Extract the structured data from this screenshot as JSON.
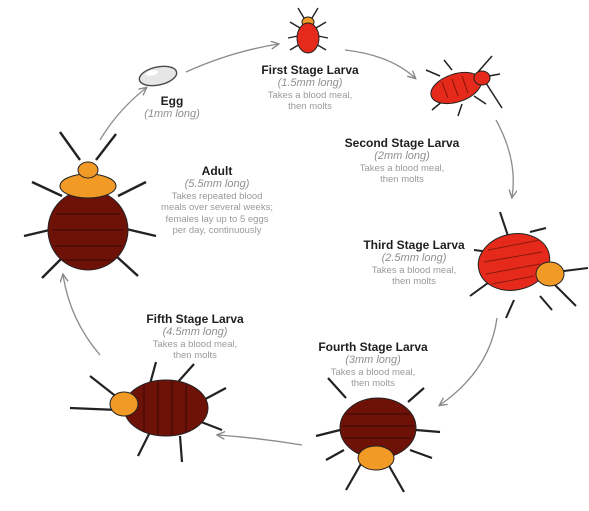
{
  "colors": {
    "egg": "#e6e6e6",
    "red_body": "#e52a1b",
    "dark_body": "#6e1208",
    "orange": "#f29a26",
    "arrow": "#8a8a8a"
  },
  "stages": [
    {
      "id": "egg",
      "title": "Egg",
      "size": "(1mm long)",
      "desc": []
    },
    {
      "id": "first",
      "title": "First Stage Larva",
      "size": "(1.5mm long)",
      "desc": [
        "Takes a blood meal,",
        "then molts"
      ]
    },
    {
      "id": "second",
      "title": "Second Stage Larva",
      "size": "(2mm long)",
      "desc": [
        "Takes a blood meal,",
        "then molts"
      ]
    },
    {
      "id": "third",
      "title": "Third Stage Larva",
      "size": "(2.5mm long)",
      "desc": [
        "Takes a blood meal,",
        "then molts"
      ]
    },
    {
      "id": "fourth",
      "title": "Fourth Stage Larva",
      "size": "(3mm long)",
      "desc": [
        "Takes a blood meal,",
        "then molts"
      ]
    },
    {
      "id": "fifth",
      "title": "Fifth Stage Larva",
      "size": "(4.5mm long)",
      "desc": [
        "Takes a blood meal,",
        "then molts"
      ]
    },
    {
      "id": "adult",
      "title": "Adult",
      "size": "(5.5mm long)",
      "desc": [
        "Takes repeated blood",
        "meals over several weeks;",
        "females lay up to 5 eggs",
        "per day, continuously"
      ]
    }
  ]
}
